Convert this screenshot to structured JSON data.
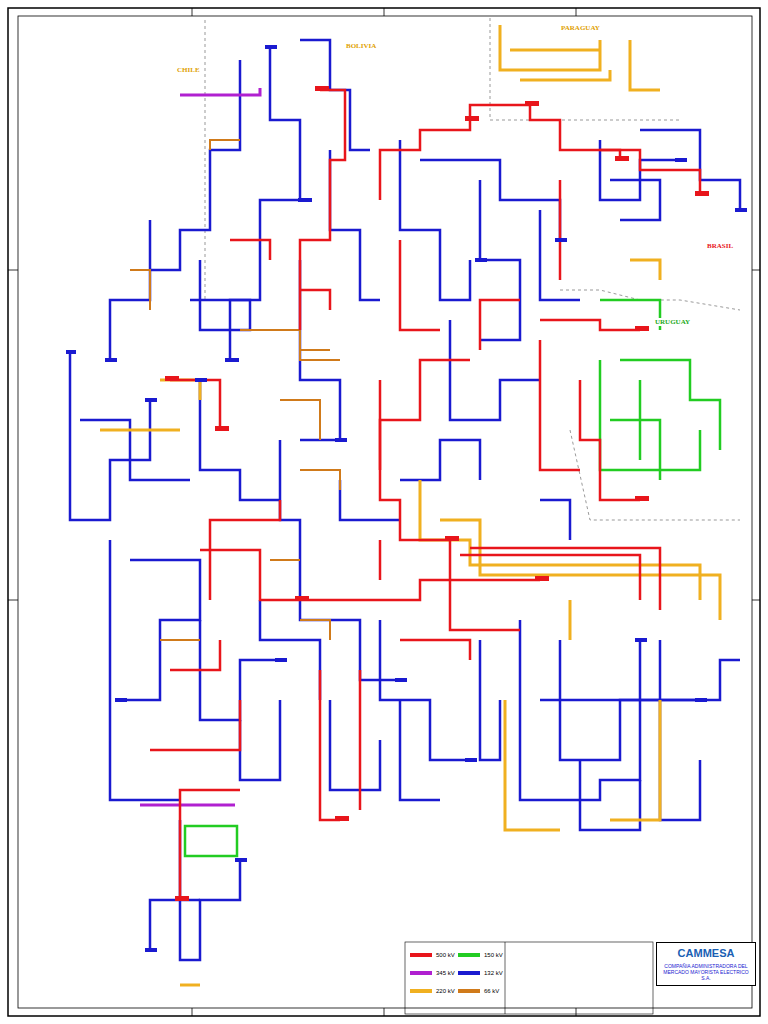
{
  "diagram": {
    "nodes": [
      {
        "text": [
          "CAMMESA",
          "COMPAÑIA ADMINISTRADORA DEL MERCADO MAYORISTA ELECTRICO S.A."
        ]
      }
    ],
    "labels": [
      "BOLIVIA",
      "CHILE",
      "PARAGUAY",
      "BRASIL",
      "URUGUAY"
    ],
    "legend": [
      {
        "text": "500 kV",
        "color": "#e8151b"
      },
      {
        "text": "345 kV",
        "color": "#b020d0"
      },
      {
        "text": "220 kV",
        "color": "#f0b020"
      },
      {
        "text": "150 kV",
        "color": "#22cc22"
      },
      {
        "text": "132 kV",
        "color": "#1a1ad0"
      },
      {
        "text": "66 kV",
        "color": "#d07a1a"
      }
    ]
  }
}
